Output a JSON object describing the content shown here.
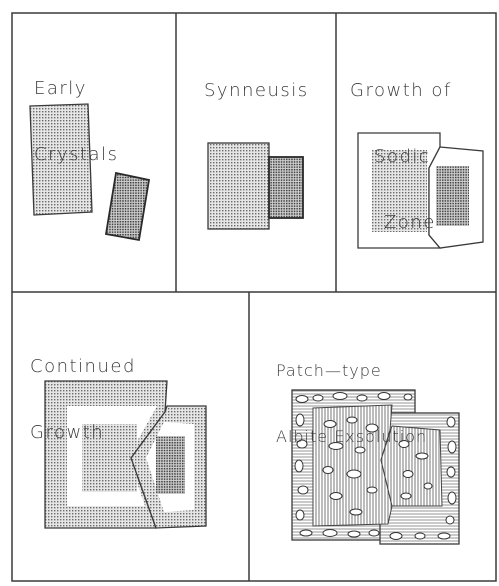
{
  "panels": [
    {
      "id": "early-crystals",
      "title_lines": [
        "Early",
        "Crystals"
      ]
    },
    {
      "id": "synneusis",
      "title_lines": [
        "Synneusis"
      ]
    },
    {
      "id": "growth-of-sodic-zone",
      "title_lines": [
        "Growth of",
        "Sodic",
        "Zone"
      ]
    },
    {
      "id": "continued-growth",
      "title_lines": [
        "Continued",
        "Growth"
      ]
    },
    {
      "id": "patch-type-albite-exsolution",
      "title_lines": [
        "Patch—type",
        "Albite Exsolution"
      ]
    }
  ],
  "colors": {
    "border": "#3a3a3a",
    "crystal_fill": "#bdbdbd",
    "background": "#ffffff"
  }
}
